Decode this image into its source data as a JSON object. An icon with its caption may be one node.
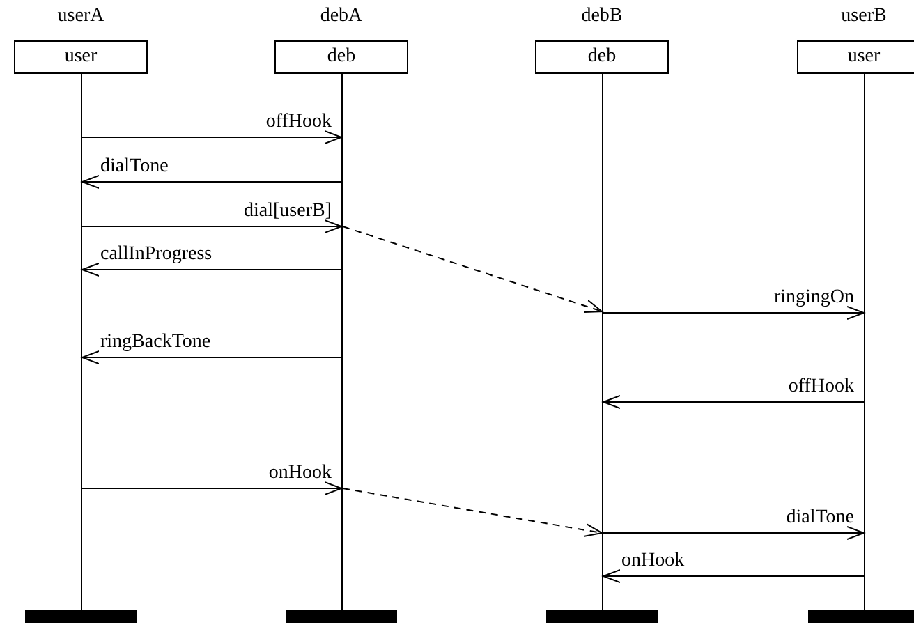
{
  "diagram": {
    "nodes": [
      {
        "text": [
          "userA",
          "user"
        ]
      },
      {
        "text": [
          "debA",
          "deb"
        ]
      },
      {
        "text": [
          "debB",
          "deb"
        ]
      },
      {
        "text": [
          "userB",
          "user"
        ]
      },
      {
        "text": [],
        "shape": "line"
      },
      {
        "text": [],
        "shape": "line"
      },
      {
        "text": [],
        "shape": "line"
      },
      {
        "text": [],
        "shape": "line"
      },
      {
        "text": [],
        "shape": "bar"
      },
      {
        "text": [],
        "shape": "bar"
      },
      {
        "text": [],
        "shape": "bar"
      },
      {
        "text": [],
        "shape": "bar"
      }
    ],
    "edges": [
      {
        "from": 4,
        "to": 5,
        "arrow": "to",
        "label": "offHook"
      },
      {
        "from": 5,
        "to": 4,
        "arrow": "to",
        "label": "dialTone"
      },
      {
        "from": 4,
        "to": 5,
        "arrow": "to",
        "label": "dial[userB]"
      },
      {
        "from": 5,
        "to": 6,
        "arrow": "to",
        "style": "dashed"
      },
      {
        "from": 5,
        "to": 4,
        "arrow": "to",
        "label": "callInProgress"
      },
      {
        "from": 6,
        "to": 7,
        "arrow": "to",
        "label": "ringingOn"
      },
      {
        "from": 5,
        "to": 4,
        "arrow": "to",
        "label": "ringBackTone"
      },
      {
        "from": 7,
        "to": 6,
        "arrow": "to",
        "label": "offHook"
      },
      {
        "from": 4,
        "to": 5,
        "arrow": "to",
        "label": "onHook"
      },
      {
        "from": 5,
        "to": 6,
        "arrow": "to",
        "style": "dashed"
      },
      {
        "from": 6,
        "to": 7,
        "arrow": "to",
        "label": "dialTone"
      },
      {
        "from": 7,
        "to": 6,
        "arrow": "to",
        "label": "onHook"
      }
    ]
  }
}
